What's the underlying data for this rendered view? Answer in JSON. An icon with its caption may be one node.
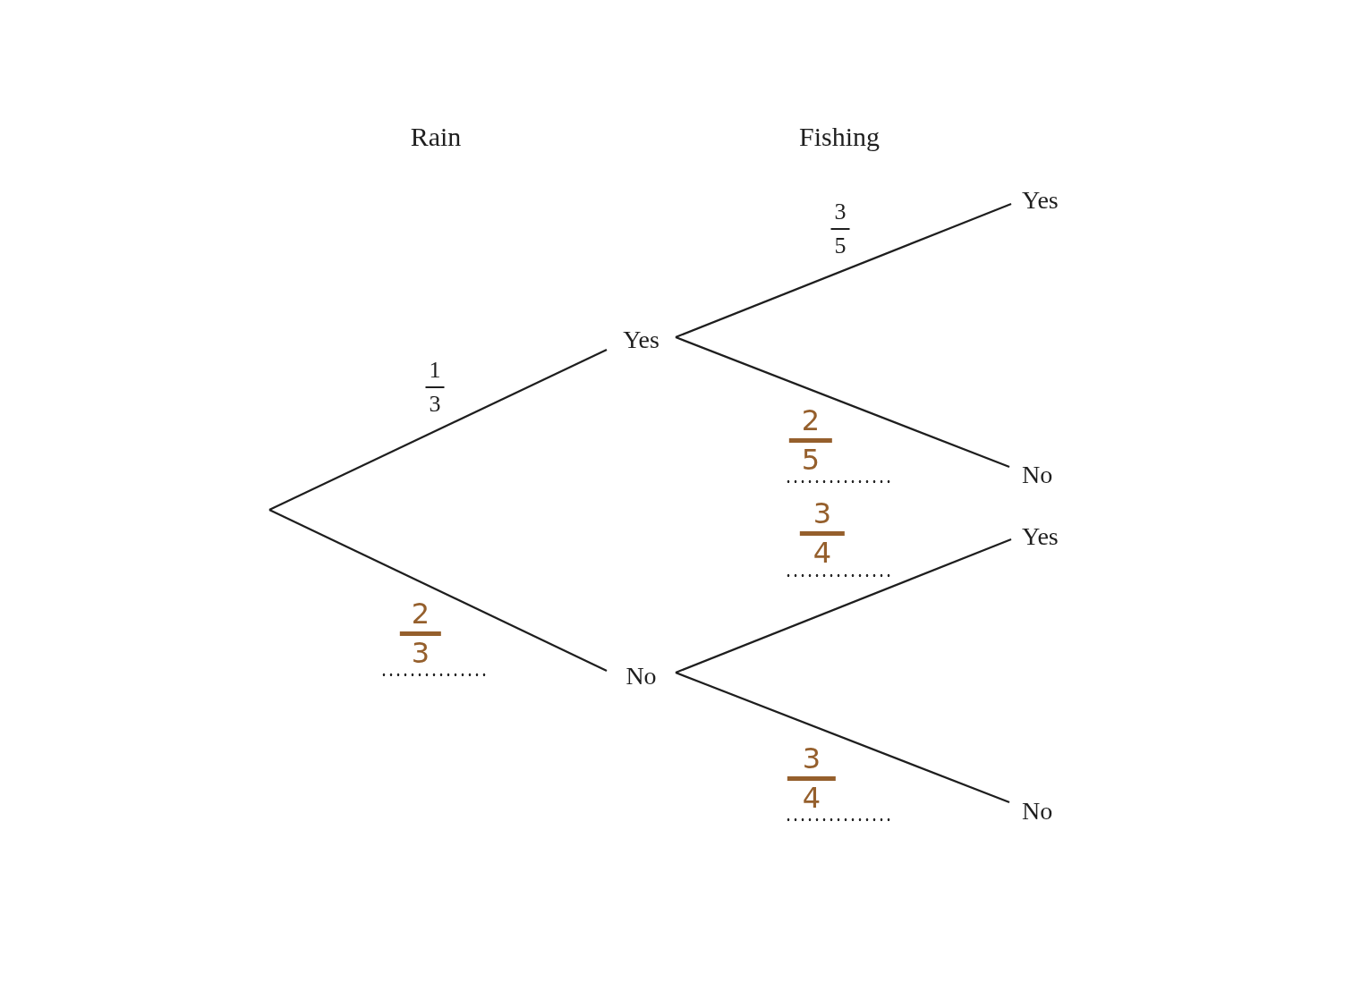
{
  "diagram": {
    "nodes": [
      {
        "text": [
          "Yes"
        ]
      },
      {
        "text": [
          "No"
        ]
      },
      {
        "text": [
          "Yes"
        ]
      },
      {
        "text": [
          "No"
        ]
      },
      {
        "text": [
          "Yes"
        ]
      },
      {
        "text": [
          "No"
        ]
      }
    ],
    "edges": [
      {
        "from": null,
        "to": 0,
        "arrow": "none",
        "label": "1 3"
      },
      {
        "from": null,
        "to": 1,
        "arrow": "none",
        "label": "2 3"
      },
      {
        "from": 0,
        "to": 2,
        "arrow": "none",
        "label": "3 5"
      },
      {
        "from": 0,
        "to": 3,
        "arrow": "none",
        "label": "2 5"
      },
      {
        "from": 1,
        "to": 4,
        "arrow": "none",
        "label": "3 4"
      },
      {
        "from": 1,
        "to": 5,
        "arrow": "none",
        "label": "3 4"
      }
    ],
    "labels": [
      "Rain",
      "Fishing"
    ]
  }
}
